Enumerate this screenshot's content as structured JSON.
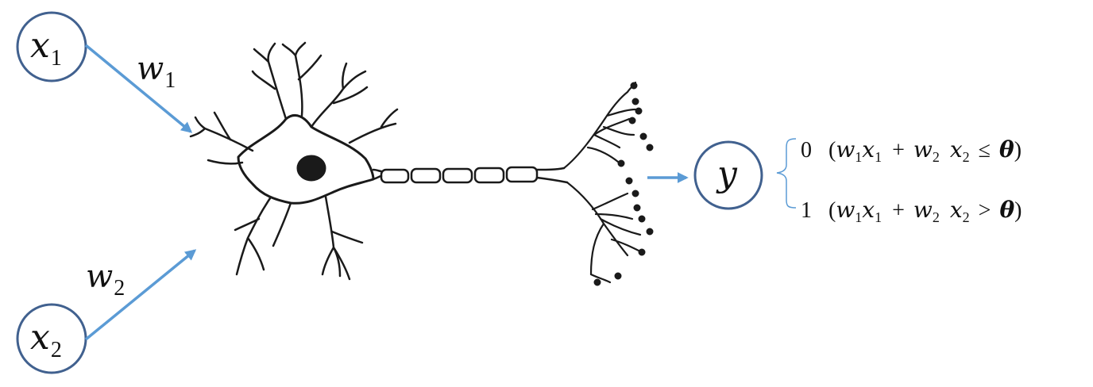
{
  "colors": {
    "node_stroke": "#41618f",
    "arrow": "#5b9bd5",
    "ink": "#111111"
  },
  "inputs": [
    {
      "var": "x",
      "sub": "1"
    },
    {
      "var": "x",
      "sub": "2"
    }
  ],
  "weights": [
    {
      "var": "w",
      "sub": "1"
    },
    {
      "var": "w",
      "sub": "2"
    }
  ],
  "output": {
    "var": "y"
  },
  "conditions": [
    {
      "value": "0",
      "open": "(",
      "w1": "w",
      "w1_sub": "1",
      "x1": "x",
      "x1_sub": "1",
      "plus": "+",
      "w2": "w",
      "w2_sub": "2",
      "x2": "x",
      "x2_sub": "2",
      "op": "≤",
      "theta": "θ",
      "close": ")"
    },
    {
      "value": "1",
      "open": "(",
      "w1": "w",
      "w1_sub": "1",
      "x1": "x",
      "x1_sub": "1",
      "plus": "+",
      "w2": "w",
      "w2_sub": "2",
      "x2": "x",
      "x2_sub": "2",
      "op": ">",
      "theta": "θ",
      "close": ")"
    }
  ],
  "illustration": "neuron-drawing"
}
